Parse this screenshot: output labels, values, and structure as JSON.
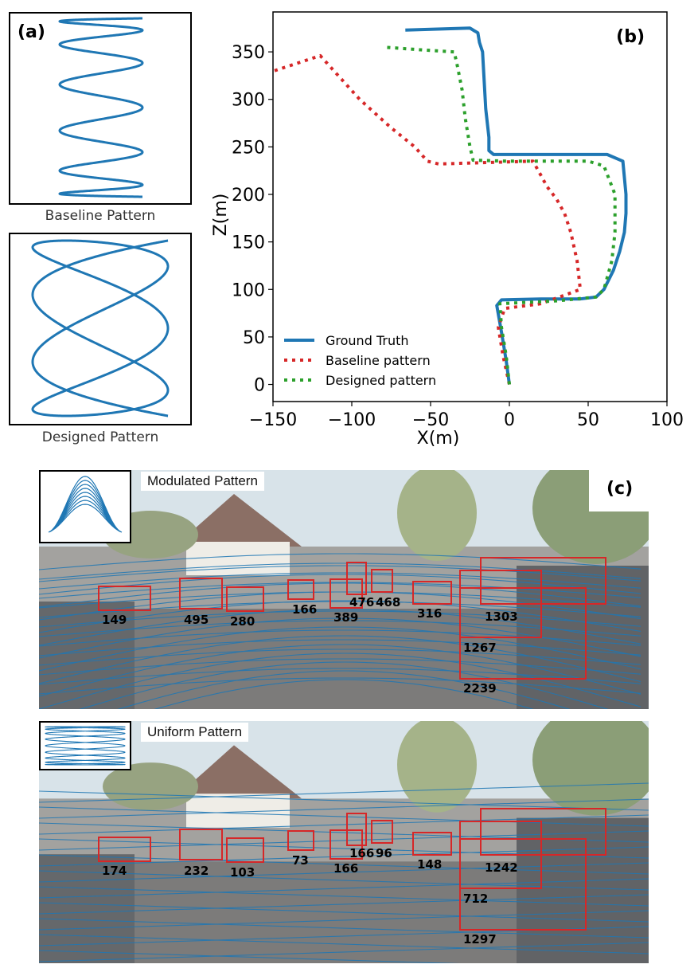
{
  "panel_a": {
    "tag": "(a)",
    "baseline_caption": "Baseline Pattern",
    "designed_caption": "Designed Pattern"
  },
  "panel_b": {
    "tag": "(b)"
  },
  "panel_c": {
    "tag": "(c)",
    "modulated": {
      "label": "Modulated Pattern",
      "counts": [
        "149",
        "495",
        "280",
        "166",
        "389",
        "476",
        "468",
        "316",
        "1303",
        "1267",
        "2239"
      ]
    },
    "uniform": {
      "label": "Uniform Pattern",
      "counts": [
        "174",
        "232",
        "103",
        "73",
        "166",
        "166",
        "96",
        "148",
        "1242",
        "712",
        "1297"
      ]
    }
  },
  "colors": {
    "ground_truth": "#1f77b4",
    "baseline": "#d62728",
    "designed": "#2ca02c",
    "box": "#d62728",
    "scan": "#1f77b4"
  },
  "chart_data": {
    "type": "line",
    "xlabel": "X(m)",
    "ylabel": "Z(m)",
    "xlim": [
      -150,
      100
    ],
    "ylim": [
      -18,
      392
    ],
    "xticks": [
      -150,
      -100,
      -50,
      0,
      50,
      100
    ],
    "yticks": [
      0,
      50,
      100,
      150,
      200,
      250,
      300,
      350
    ],
    "grid": false,
    "legend_position": "lower-left",
    "series": [
      {
        "name": "Ground Truth",
        "style": "solid",
        "x": [
          0,
          -2,
          -5,
          -8,
          -5,
          20,
          45,
          55,
          60,
          66,
          70,
          73,
          74,
          74,
          72,
          62,
          35,
          -10,
          -13,
          -13,
          -15,
          -16,
          -17,
          -19,
          -20,
          -22,
          -24,
          -25,
          -66
        ],
        "z": [
          0,
          25,
          55,
          83,
          89,
          90,
          90,
          92,
          100,
          120,
          140,
          160,
          180,
          200,
          235,
          242,
          242,
          242,
          246,
          260,
          290,
          320,
          350,
          360,
          370,
          372,
          374,
          375,
          373
        ]
      },
      {
        "name": "Baseline pattern",
        "style": "dotted",
        "x": [
          0,
          -4,
          -7,
          -3,
          20,
          45,
          43,
          39,
          35,
          30,
          24,
          20,
          15,
          -45,
          -52,
          -60,
          -75,
          -95,
          -120,
          -153
        ],
        "z": [
          0,
          30,
          60,
          80,
          85,
          100,
          130,
          160,
          180,
          195,
          208,
          220,
          235,
          232,
          235,
          250,
          270,
          300,
          346,
          328
        ]
      },
      {
        "name": "Designed pattern",
        "style": "dotted",
        "x": [
          0,
          -2,
          -5,
          -6,
          30,
          55,
          60,
          65,
          67,
          67,
          60,
          50,
          0,
          -23,
          -25,
          -28,
          -30,
          -33,
          -35,
          -55,
          -80
        ],
        "z": [
          0,
          30,
          60,
          85,
          88,
          92,
          100,
          130,
          160,
          200,
          230,
          235,
          235,
          236,
          250,
          280,
          310,
          335,
          350,
          352,
          355
        ]
      }
    ]
  }
}
